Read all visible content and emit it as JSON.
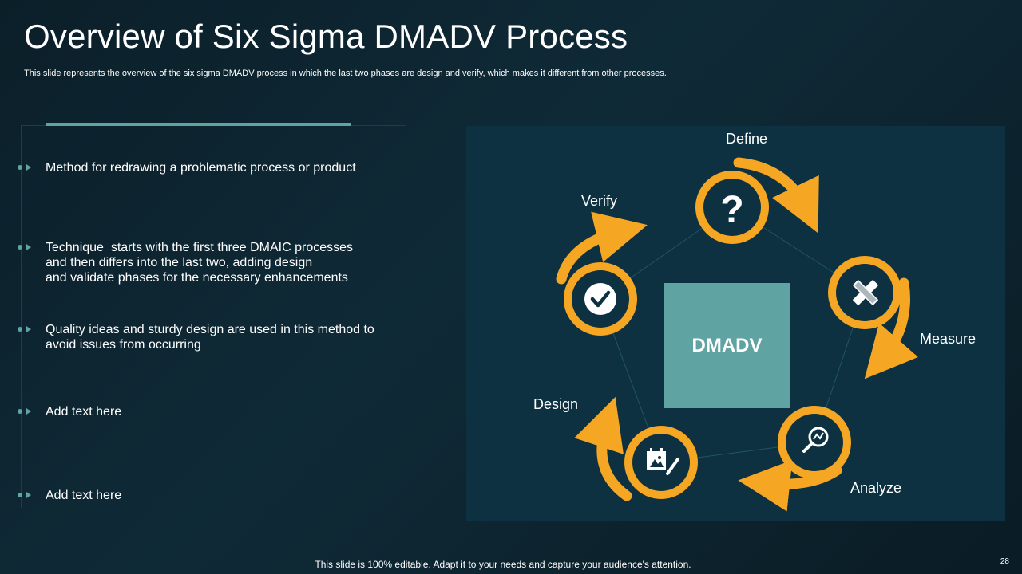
{
  "slide": {
    "title": "Overview of Six Sigma DMADV Process",
    "subtitle": "This slide represents the overview of the six sigma DMADV process in which the last two phases are design and verify, which makes it different from other processes.",
    "footer": "This slide is 100% editable. Adapt it to your needs and capture your audience's attention.",
    "page_number": "28"
  },
  "bullets": [
    {
      "lines": [
        "Method for redrawing a problematic process or product"
      ]
    },
    {
      "lines": [
        "Technique  starts with the first three DMAIC processes",
        "and then differs into the last two, adding design",
        "and validate phases for the necessary enhancements"
      ]
    },
    {
      "lines": [
        "Quality ideas and sturdy design are used in this method to",
        "avoid issues from occurring"
      ]
    },
    {
      "lines": [
        "Add text here"
      ]
    },
    {
      "lines": [
        "Add text here"
      ]
    }
  ],
  "diagram": {
    "center_label": "DMADV",
    "phases": [
      {
        "label": "Define",
        "icon": "question-mark-icon"
      },
      {
        "label": "Measure",
        "icon": "ruler-pencil-icon"
      },
      {
        "label": "Analyze",
        "icon": "magnifier-chart-icon"
      },
      {
        "label": "Design",
        "icon": "calendar-brush-icon"
      },
      {
        "label": "Verify",
        "icon": "checkmark-icon"
      }
    ]
  },
  "colors": {
    "accent": "#5fa3a3",
    "orange": "#f5a623",
    "panel": "#0d3141",
    "background": "#0b1f29"
  }
}
